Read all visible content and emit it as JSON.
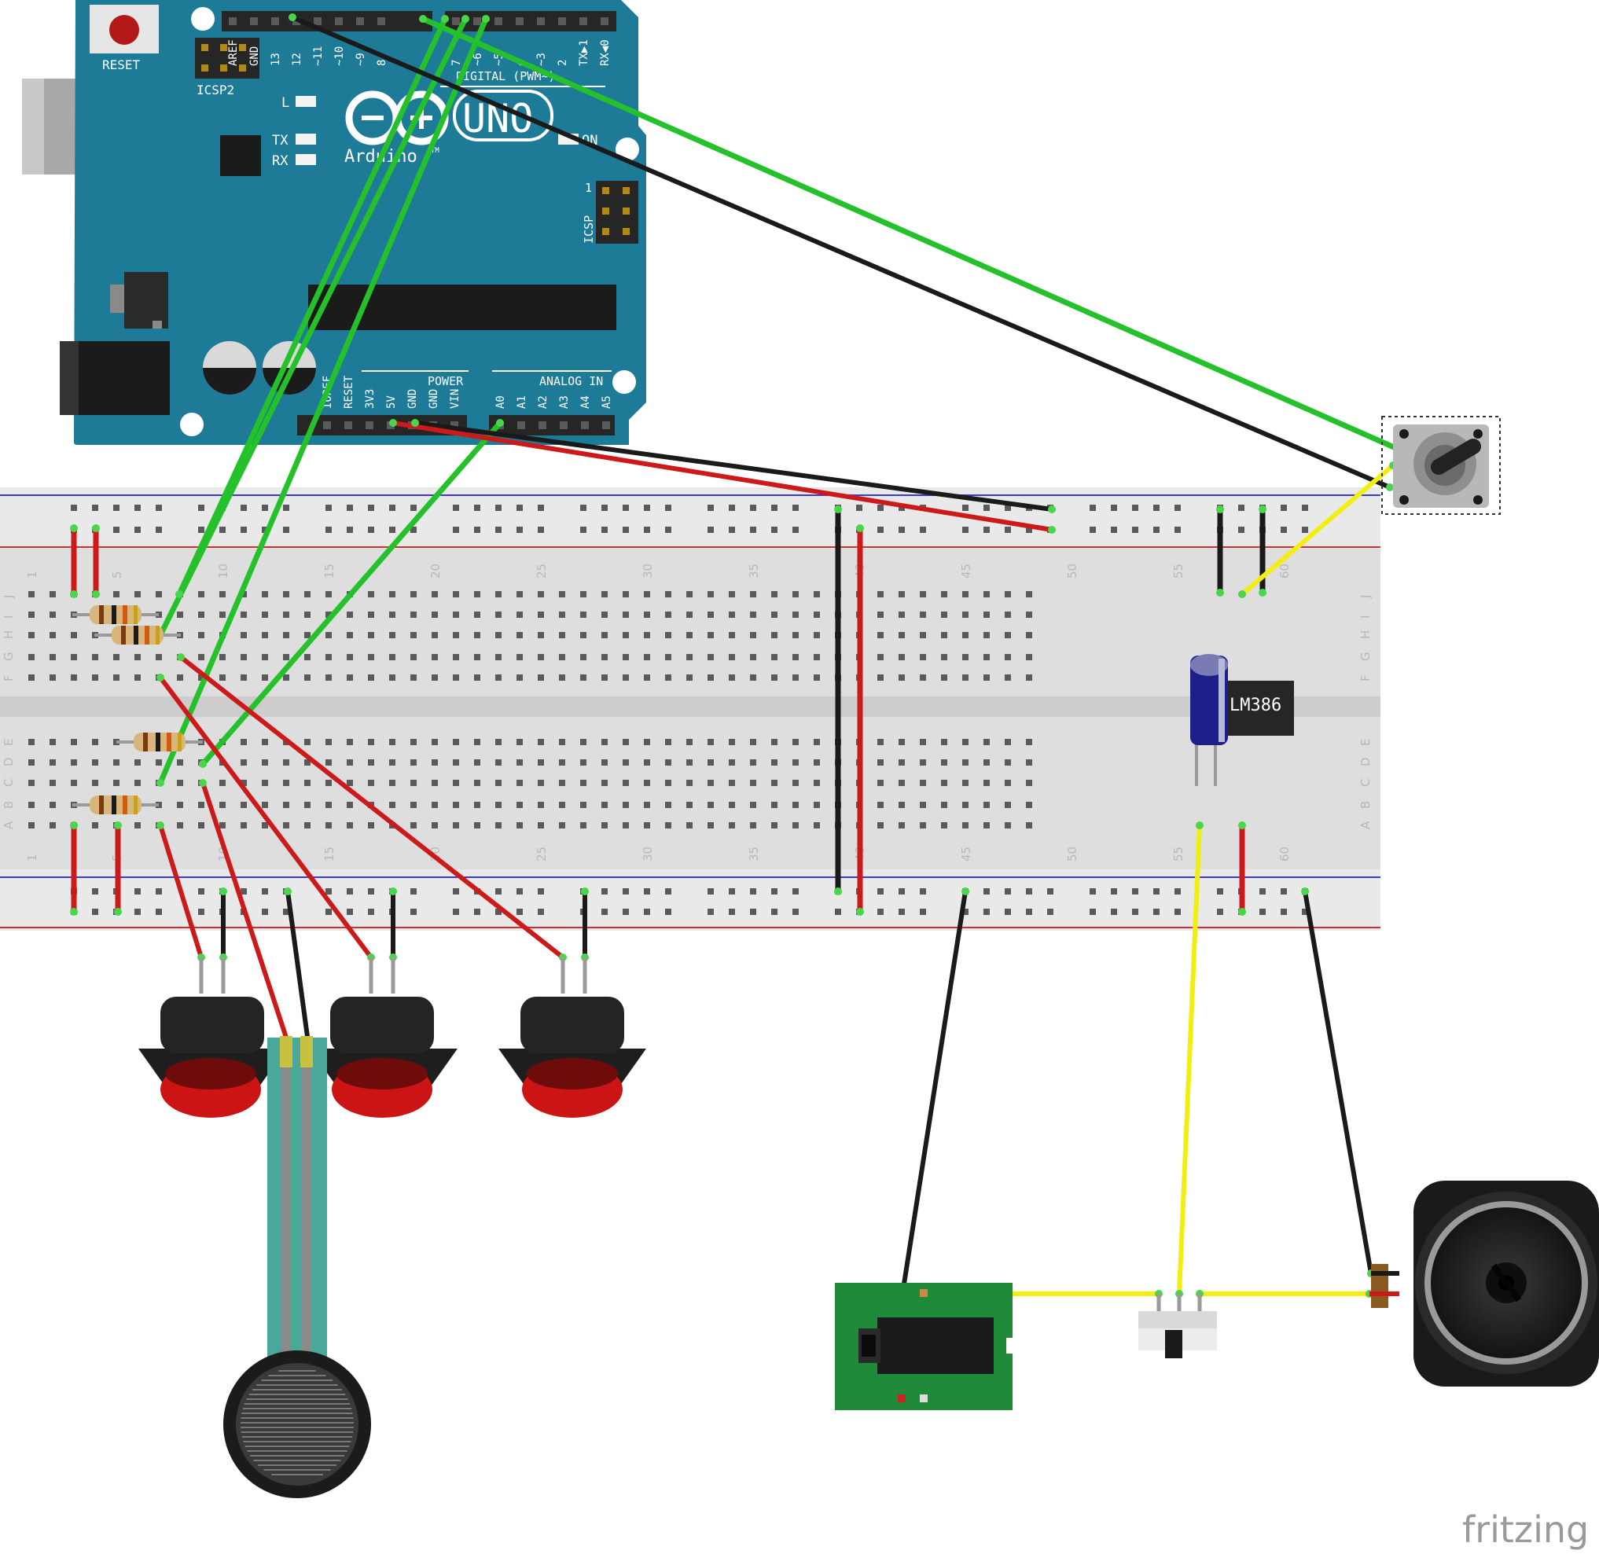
{
  "arduino": {
    "board_name": "UNO",
    "brand": "Arduino",
    "tm": "TM",
    "reset_label": "RESET",
    "icsp2_label": "ICSP2",
    "icsp_label": "ICSP",
    "icsp_pin1": "1",
    "led_l": "L",
    "led_tx": "TX",
    "led_rx": "RX",
    "led_on": "ON",
    "digital_label": "DIGITAL (PWM~)",
    "power_label": "POWER",
    "analog_label": "ANALOG IN",
    "top_pins": [
      "AREF",
      "GND",
      "13",
      "12",
      "~11",
      "~10",
      "~9",
      "8",
      "7",
      "~6",
      "~5",
      "4",
      "~3",
      "2",
      "TX▶1",
      "RX◀0"
    ],
    "power_pins": [
      "IOREF",
      "RESET",
      "3V3",
      "5V",
      "GND",
      "GND",
      "VIN"
    ],
    "analog_pins": [
      "A0",
      "A1",
      "A2",
      "A3",
      "A4",
      "A5"
    ]
  },
  "breadboard": {
    "row_letters_top": [
      "J",
      "I",
      "H",
      "G",
      "F"
    ],
    "row_letters_bottom": [
      "E",
      "D",
      "C",
      "B",
      "A"
    ],
    "column_numbers": [
      "1",
      "5",
      "10",
      "15",
      "20",
      "25",
      "30",
      "35",
      "40",
      "45",
      "50",
      "55",
      "60"
    ]
  },
  "chip": {
    "label": "LM386"
  },
  "watermark": "fritzing",
  "colors": {
    "board_blue": "#1d7d9a",
    "wire_green": "#25c12a",
    "wire_red": "#cc1a1a",
    "wire_black": "#1a1a1a",
    "wire_yellow": "#f2ee10",
    "button_red": "#cc1414",
    "jack_pcb": "#1f8a3a"
  }
}
